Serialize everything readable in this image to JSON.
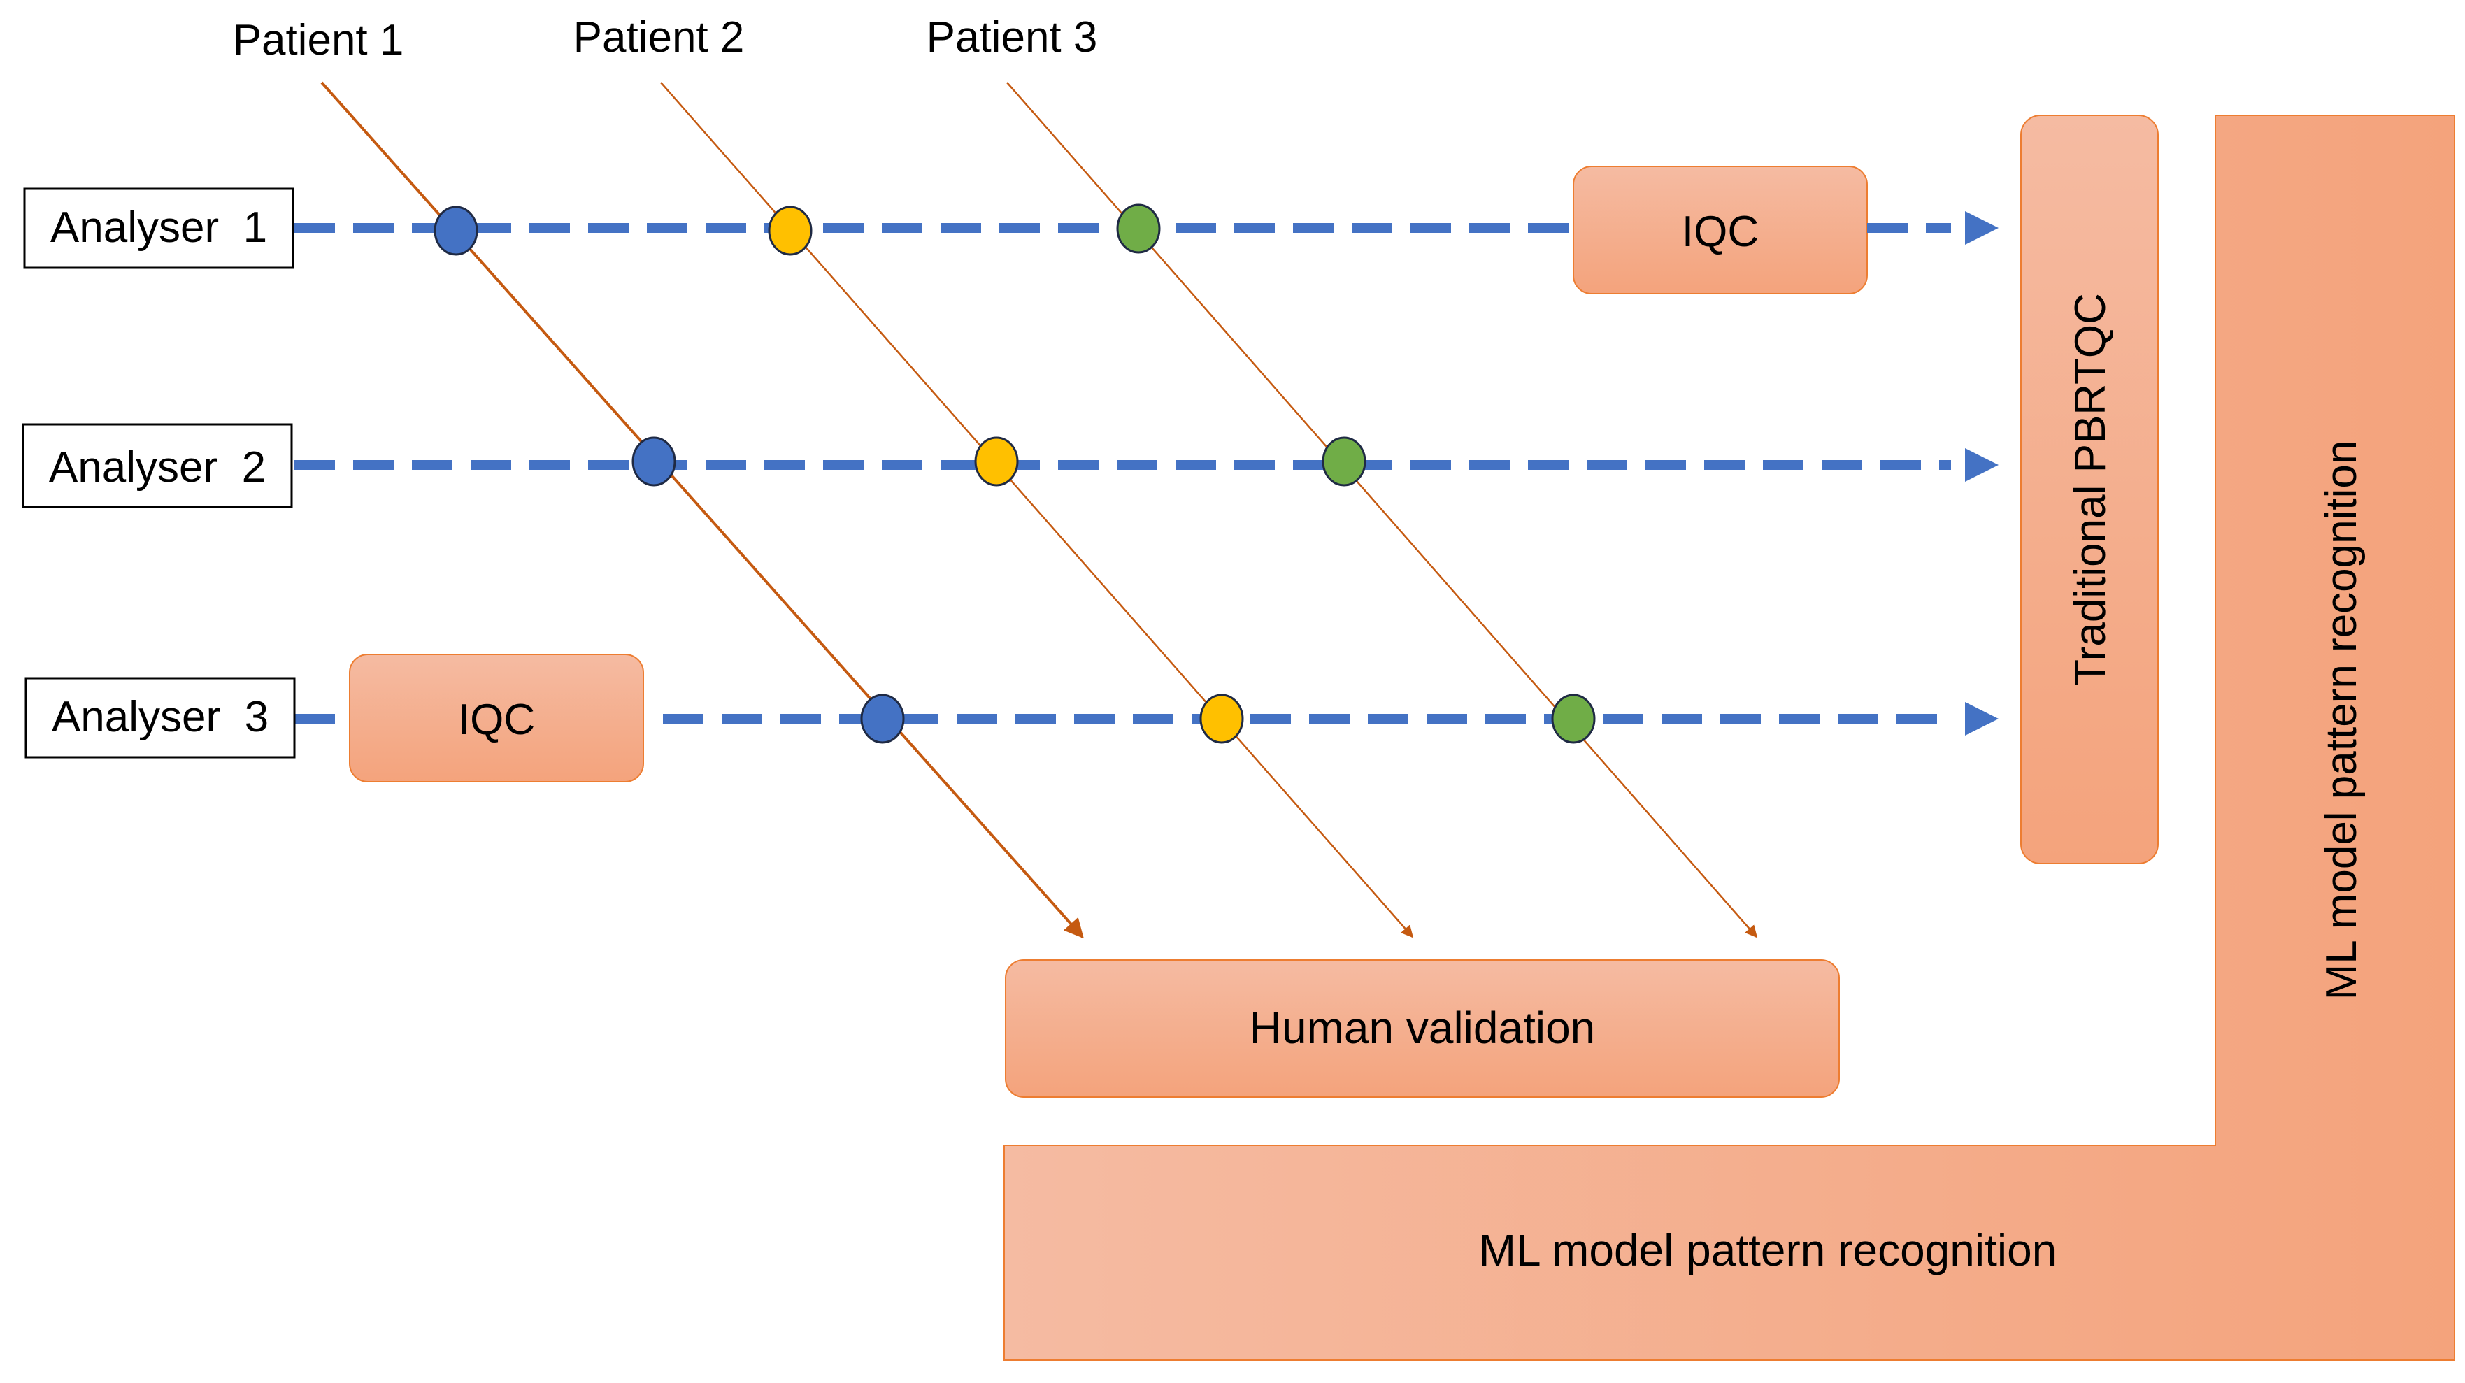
{
  "patients": [
    "Patient 1",
    "Patient 2",
    "Patient 3"
  ],
  "analysers": [
    "Analyser  1",
    "Analyser  2",
    "Analyser  3"
  ],
  "iqc_label": "IQC",
  "human_validation": "Human validation",
  "traditional_pbrtqc": "Traditional PBRTQC",
  "ml_horizontal": "ML model pattern recognition",
  "ml_vertical": "ML model pattern recognition",
  "colors": {
    "dashed_line": "#4472C4",
    "arrow_line": "#C55A11",
    "patient1_dot": "#4472C4",
    "patient2_dot": "#FFC000",
    "patient3_dot": "#70AD47",
    "box_light": "#F4B9A1",
    "box_dark": "#F4A47E"
  }
}
